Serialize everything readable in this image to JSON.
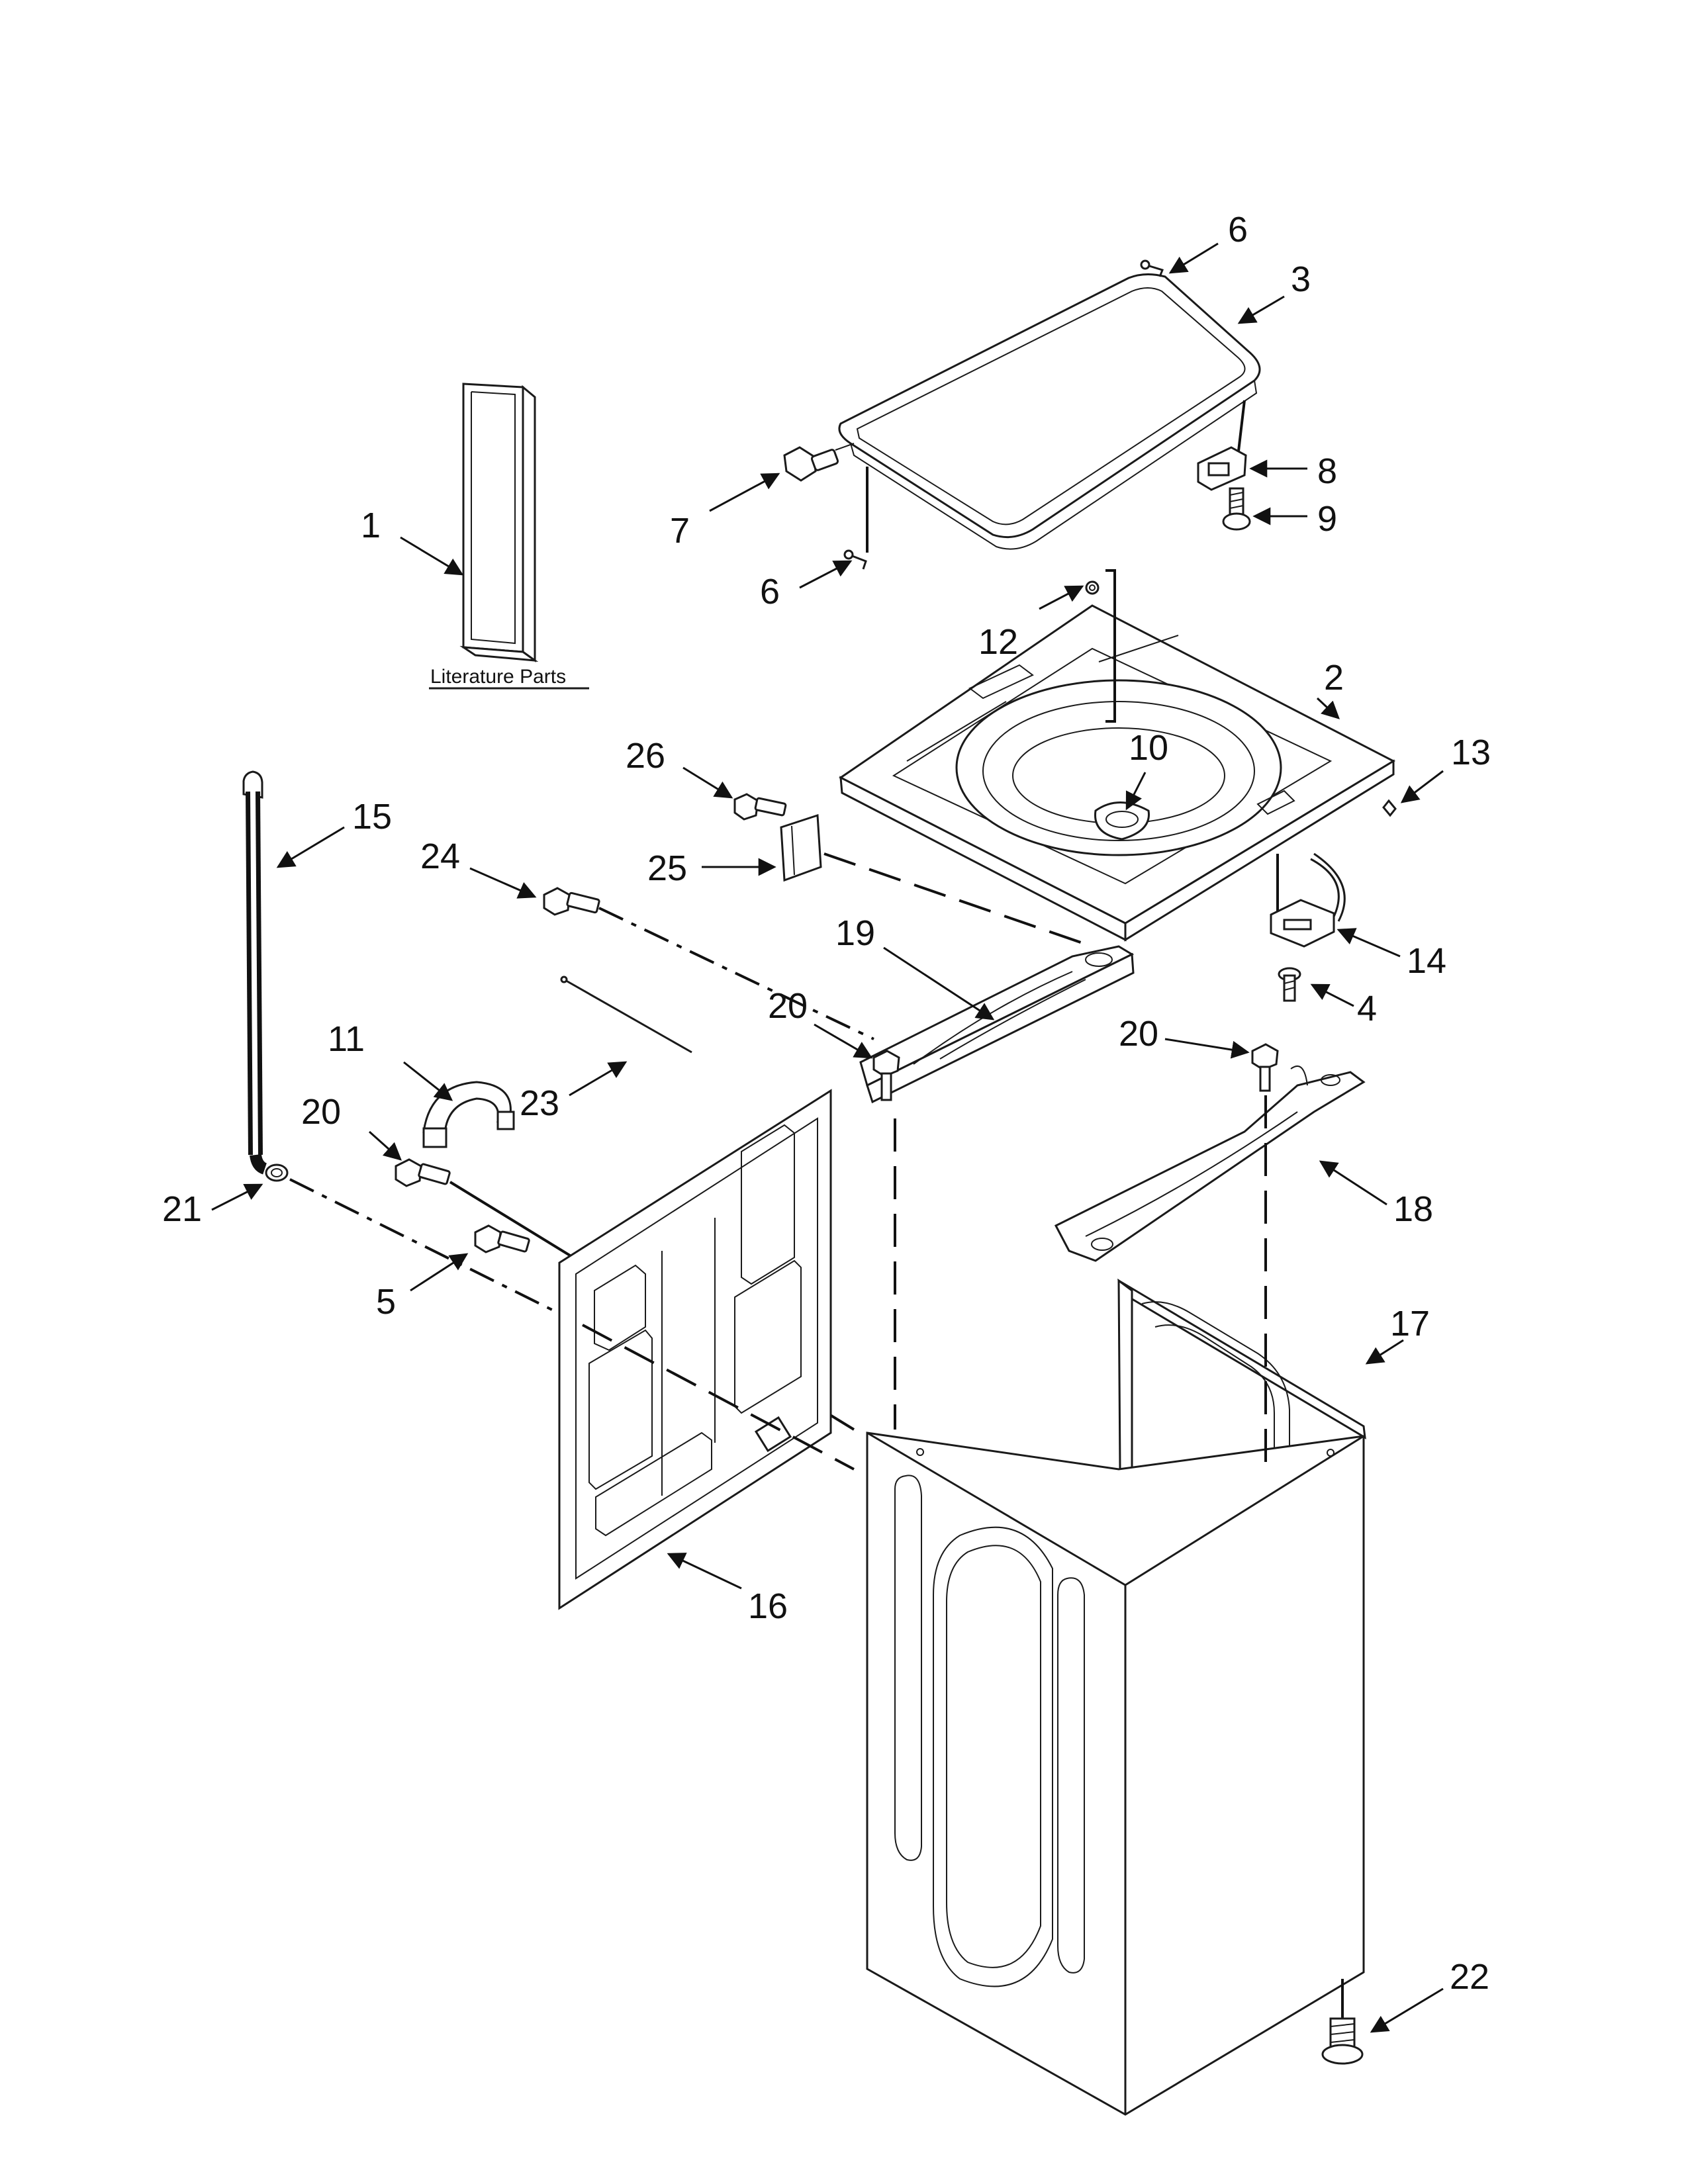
{
  "literature_label": "Literature Parts",
  "callouts": {
    "c1": "1",
    "c2": "2",
    "c3": "3",
    "c4": "4",
    "c5": "5",
    "c6a": "6",
    "c6b": "6",
    "c7": "7",
    "c8": "8",
    "c9": "9",
    "c10": "10",
    "c11": "11",
    "c12": "12",
    "c13": "13",
    "c14": "14",
    "c15": "15",
    "c16": "16",
    "c17": "17",
    "c18": "18",
    "c19": "19",
    "c20a": "20",
    "c20b": "20",
    "c20c": "20",
    "c21": "21",
    "c22": "22",
    "c23": "23",
    "c24": "24",
    "c25": "25",
    "c26": "26"
  }
}
